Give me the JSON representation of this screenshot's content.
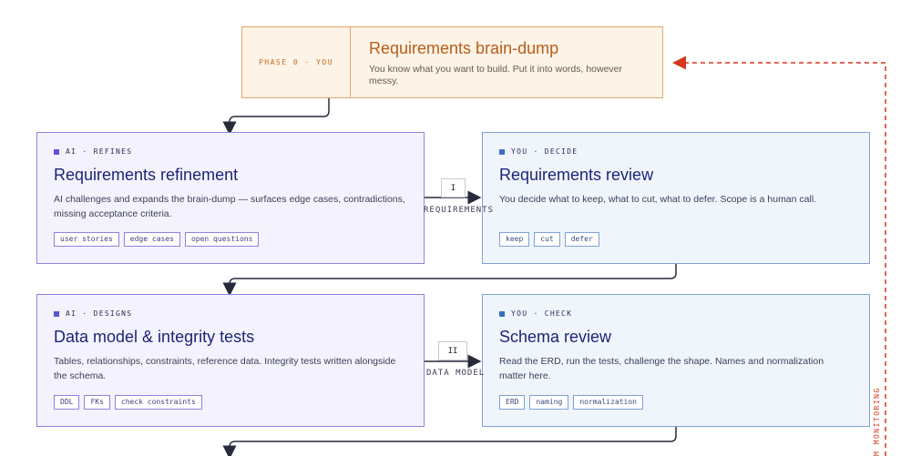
{
  "phase0": {
    "label": "PHASE 0 · YOU",
    "title": "Requirements brain-dump",
    "desc": "You know what you want to build. Put it into words, however messy."
  },
  "cards": [
    {
      "tag": "AI · REFINES",
      "title": "Requirements refinement",
      "desc": "AI challenges and expands the brain-dump — surfaces edge cases, contradictions, missing acceptance criteria.",
      "chips": [
        "user stories",
        "edge cases",
        "open questions"
      ]
    },
    {
      "tag": "YOU · DECIDE",
      "title": "Requirements review",
      "desc": "You decide what to keep, what to cut, what to defer. Scope is a human call.",
      "chips": [
        "keep",
        "cut",
        "defer"
      ]
    },
    {
      "tag": "AI · DESIGNS",
      "title": "Data model & integrity tests",
      "desc": "Tables, relationships, constraints, reference data. Integrity tests written alongside the schema.",
      "chips": [
        "DDL",
        "FKs",
        "check constraints"
      ]
    },
    {
      "tag": "YOU · CHECK",
      "title": "Schema review",
      "desc": "Read the ERD, run the tests, challenge the shape. Names and normalization matter here.",
      "chips": [
        "ERD",
        "naming",
        "normalization"
      ]
    }
  ],
  "handoffs": [
    {
      "numeral": "I",
      "label": "REQUIREMENTS"
    },
    {
      "numeral": "II",
      "label": "DATA MODEL"
    }
  ],
  "feedback_label": "M MONITORING",
  "colors": {
    "phase0": "#b85d17",
    "ai": "#5b54d6",
    "you": "#3a6fc0",
    "feedback": "#d4391c"
  }
}
